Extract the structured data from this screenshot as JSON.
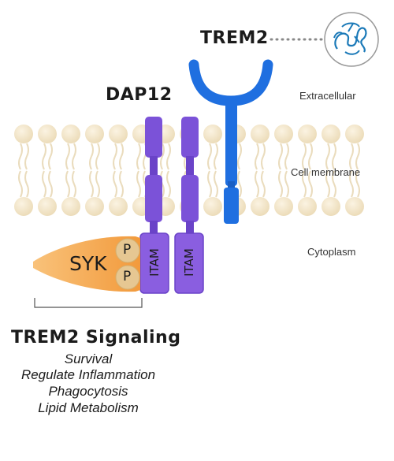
{
  "labels": {
    "trem2": "TREM2",
    "dap12": "DAP12",
    "syk": "SYK",
    "phospho": [
      "P",
      "P"
    ],
    "itam": [
      "ITAM",
      "ITAM"
    ]
  },
  "regions": {
    "extracellular": "Extracellular",
    "membrane": "Cell membrane",
    "cytoplasm": "Cytoplasm"
  },
  "signaling": {
    "title": "TREM2 Signaling",
    "outcomes": [
      "Survival",
      "Regulate Inflammation",
      "Phagocytosis",
      "Lipid Metabolism"
    ]
  },
  "colors": {
    "trem2": "#1f6fe0",
    "dap12": "#7b52d8",
    "syk": "#f4a347",
    "phospho": "#e6c792",
    "lipid": "#efe3c8",
    "protein_icon": "#1a79b8"
  }
}
